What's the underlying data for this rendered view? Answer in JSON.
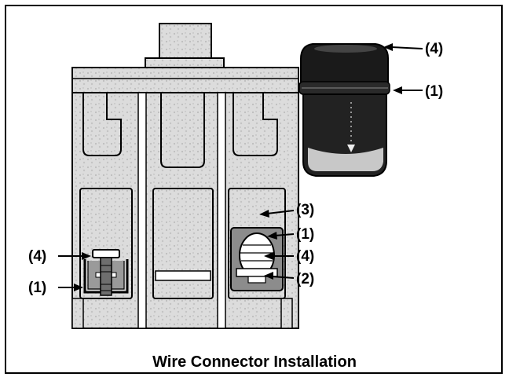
{
  "caption": "Wire Connector Installation",
  "callouts": {
    "connector_top": "(4)",
    "connector_side": "(1)",
    "right_slot_3": "(3)",
    "right_slot_1": "(1)",
    "right_slot_4": "(4)",
    "right_slot_2": "(2)",
    "left_slot_4": "(4)",
    "left_slot_1": "(1)"
  },
  "colors": {
    "body_fill": "#d9d9d9",
    "connector_dark": "#1a1a1a",
    "connector_band": "#c8c8c8",
    "clamp_fill": "#8c8c8c"
  },
  "icons": [
    "circuit-breaker-body-icon",
    "wire-connector-icon",
    "screw-icon",
    "clamp-icon",
    "arrow-icon"
  ]
}
